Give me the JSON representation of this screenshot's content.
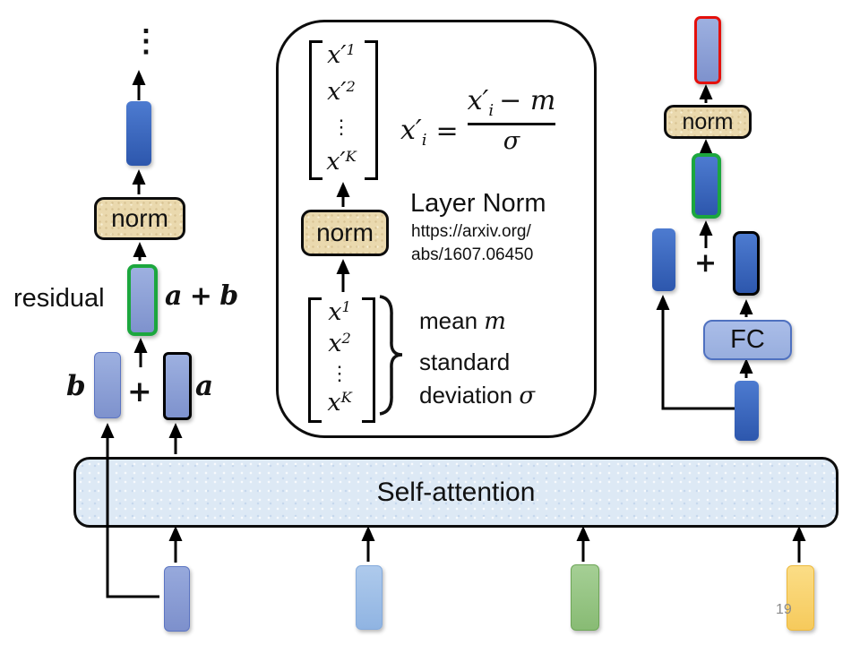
{
  "page_number": "19",
  "left": {
    "ellipsis": "⋮",
    "norm": "norm",
    "residual": "residual",
    "expr_a": "a",
    "expr_plus": "+",
    "expr_b": "b",
    "label_b": "b",
    "plus": "+",
    "label_a": "a"
  },
  "middle": {
    "norm": "norm",
    "title": "Layer Norm",
    "url1": "https://arxiv.org/",
    "url2": "abs/1607.06450",
    "out_vector": {
      "r0b": "x′",
      "r0s": "1",
      "r1b": "x′",
      "r1s": "2",
      "r2b": "⋮",
      "r3b": "x′",
      "r3s": "K"
    },
    "in_vector": {
      "r0b": "x",
      "r0s": "1",
      "r1b": "x",
      "r1s": "2",
      "r2b": "⋮",
      "r3b": "x",
      "r3s": "K"
    },
    "formula": {
      "lhs_base": "x′",
      "lhs_sub": "i",
      "eq": "=",
      "num_base": "x′",
      "num_sub": "i",
      "num_tail": "− m",
      "den": "σ"
    },
    "mean_word": "mean",
    "mean_sym": "m",
    "std_word1": "standard",
    "std_word2": "deviation",
    "std_sym": "σ"
  },
  "right": {
    "norm": "norm",
    "plus": "+",
    "fc": "FC"
  },
  "bar": {
    "label": "Self-attention"
  }
}
